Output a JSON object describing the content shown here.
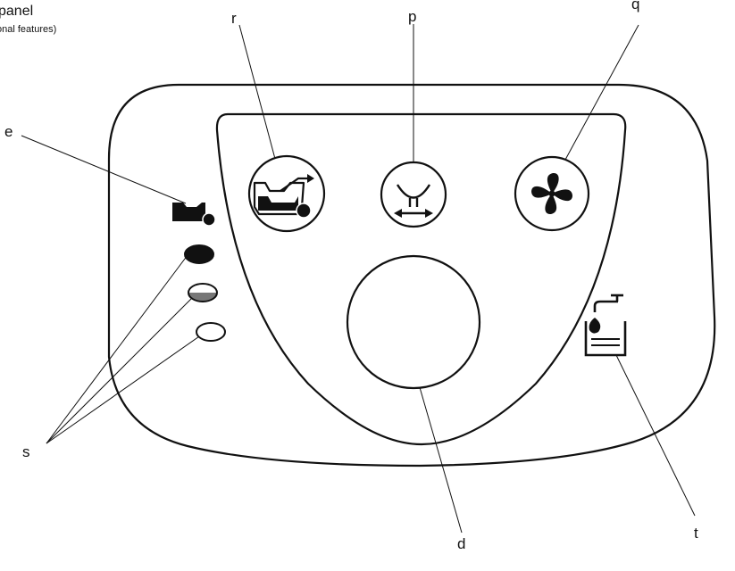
{
  "title": "panel",
  "subtitle": "onal features)",
  "callouts": {
    "r": "r",
    "p": "p",
    "q": "q",
    "e": "e",
    "s": "s",
    "d": "d",
    "t": "t"
  },
  "colors": {
    "line": "#111111",
    "indicator_fill": "#111111",
    "indicator_partial": "#777777",
    "background": "#ffffff"
  },
  "icons": {
    "button_r": "boiler-reset-icon",
    "button_p": "heating-mode-icon",
    "button_q": "fan-icon",
    "indicator_e": "boiler-flame-indicator-icon",
    "indicator_t": "hot-water-tap-icon"
  }
}
